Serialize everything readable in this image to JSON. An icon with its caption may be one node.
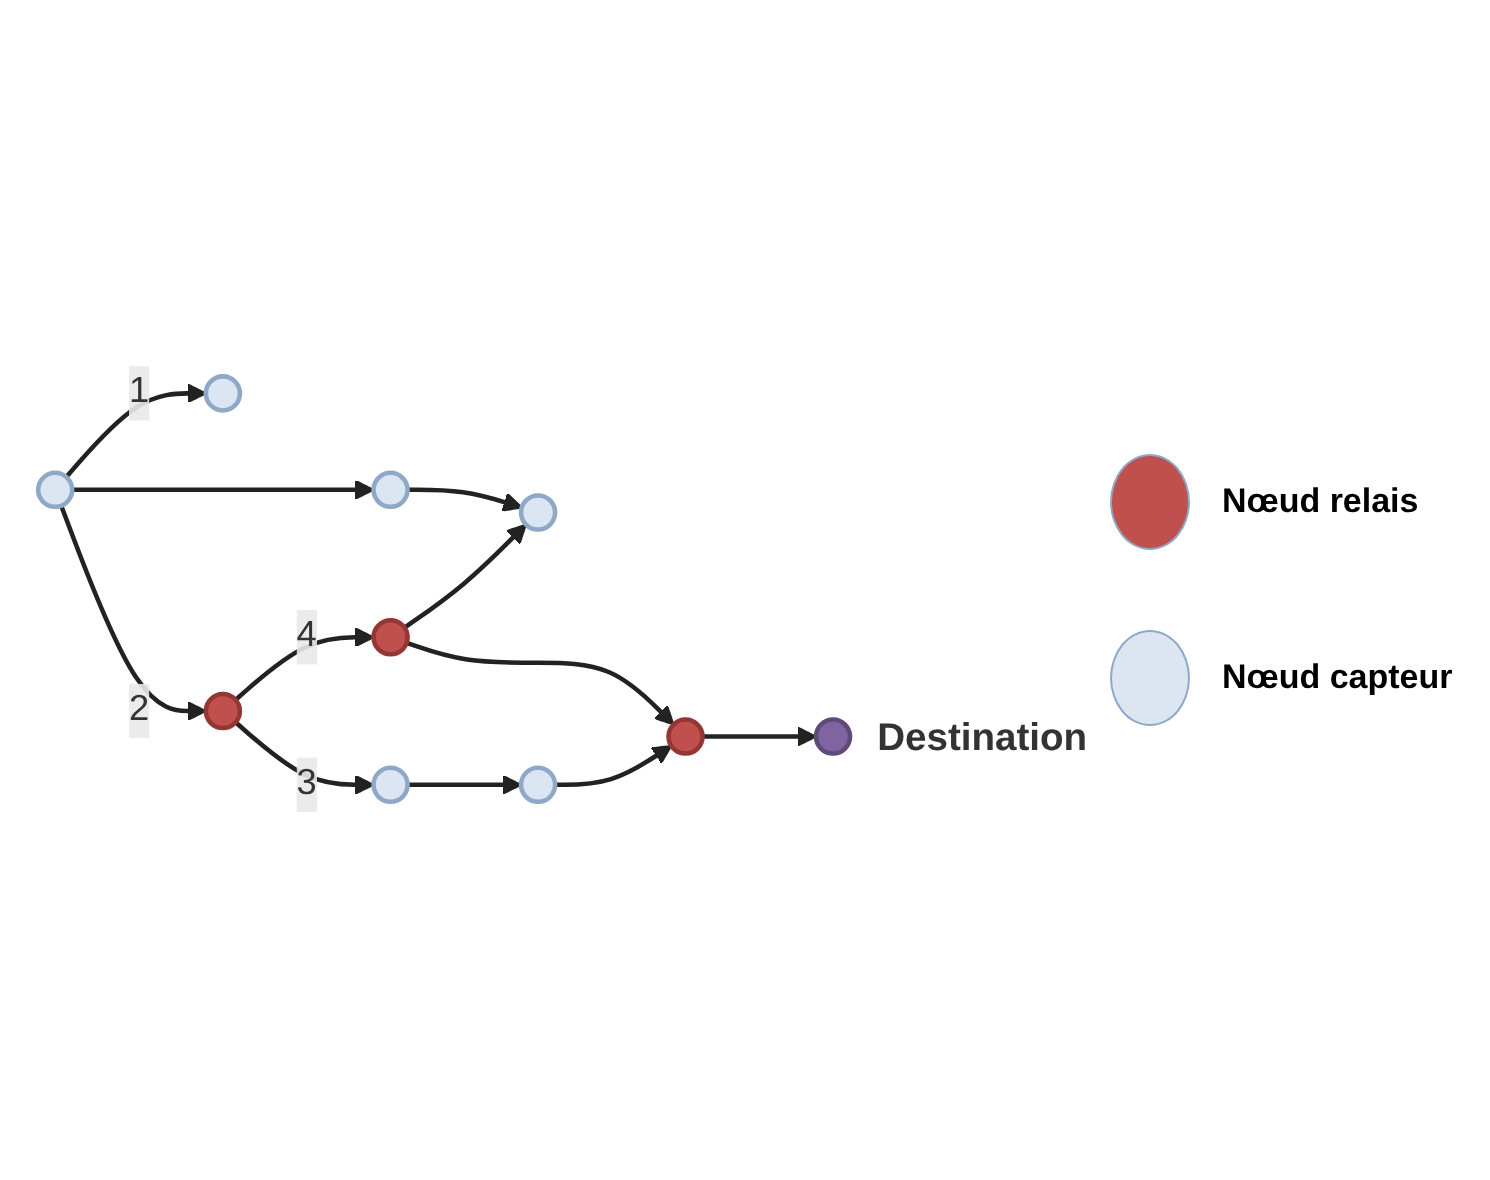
{
  "diagram": {
    "nodes": [
      {
        "text": [],
        "shape": "circle"
      },
      {
        "text": [],
        "shape": "circle"
      },
      {
        "text": [],
        "shape": "circle"
      },
      {
        "text": [],
        "shape": "circle"
      },
      {
        "text": [],
        "shape": "circle"
      },
      {
        "text": [],
        "shape": "circle"
      },
      {
        "text": [],
        "shape": "circle"
      },
      {
        "text": [],
        "shape": "circle"
      },
      {
        "text": [],
        "shape": "circle"
      },
      {
        "text": [],
        "shape": "circle",
        "beside": [
          "Destination"
        ]
      }
    ],
    "edges": [
      {
        "from": 0,
        "to": 1,
        "arrow": "to"
      },
      {
        "from": 0,
        "to": 3,
        "arrow": "to",
        "label": "2"
      },
      {
        "from": 0,
        "to": 2,
        "arrow": "to",
        "label": "1"
      },
      {
        "from": 1,
        "to": 4,
        "arrow": "to"
      },
      {
        "from": 3,
        "to": 5,
        "arrow": "to",
        "label": "4"
      },
      {
        "from": 3,
        "to": 6,
        "arrow": "to",
        "label": "3"
      },
      {
        "from": 5,
        "to": 4,
        "arrow": "to"
      },
      {
        "from": 5,
        "to": 8,
        "arrow": "to"
      },
      {
        "from": 6,
        "to": 7,
        "arrow": "to"
      },
      {
        "from": 7,
        "to": 8,
        "arrow": "to"
      },
      {
        "from": 8,
        "to": 9,
        "arrow": "to"
      }
    ],
    "legend": [
      {
        "text": "Nœud relais",
        "color": "#c0504d"
      },
      {
        "text": "Nœud capteur",
        "color": "#dce6f2"
      }
    ]
  }
}
